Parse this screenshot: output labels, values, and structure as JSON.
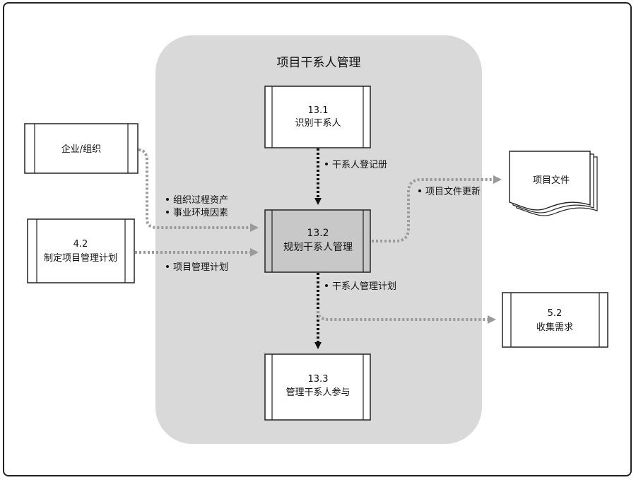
{
  "diagram": {
    "title": "项目干系人管理",
    "boxes": {
      "identify": {
        "number": "13.1",
        "label": "识别干系人"
      },
      "plan": {
        "number": "13.2",
        "label": "规划干系人管理"
      },
      "manage": {
        "number": "13.3",
        "label": "管理干系人参与"
      },
      "enterprise": {
        "label": "企业/组织"
      },
      "develop_plan": {
        "number": "4.2",
        "label": "制定项目管理计划"
      },
      "collect": {
        "number": "5.2",
        "label": "收集需求"
      },
      "project_docs": {
        "label": "项目文件"
      }
    },
    "flows": {
      "register": "干系人登记册",
      "org_assets": "组织过程资产",
      "env_factors": "事业环境因素",
      "pm_plan": "项目管理计划",
      "docs_update": "项目文件更新",
      "stakeholder_plan": "干系人管理计划"
    },
    "colors": {
      "panel": "#d9d9d9",
      "highlight_box": "#c8c8c8",
      "black_arrow": "#111111",
      "gray_arrow": "#9a9a9a"
    }
  }
}
